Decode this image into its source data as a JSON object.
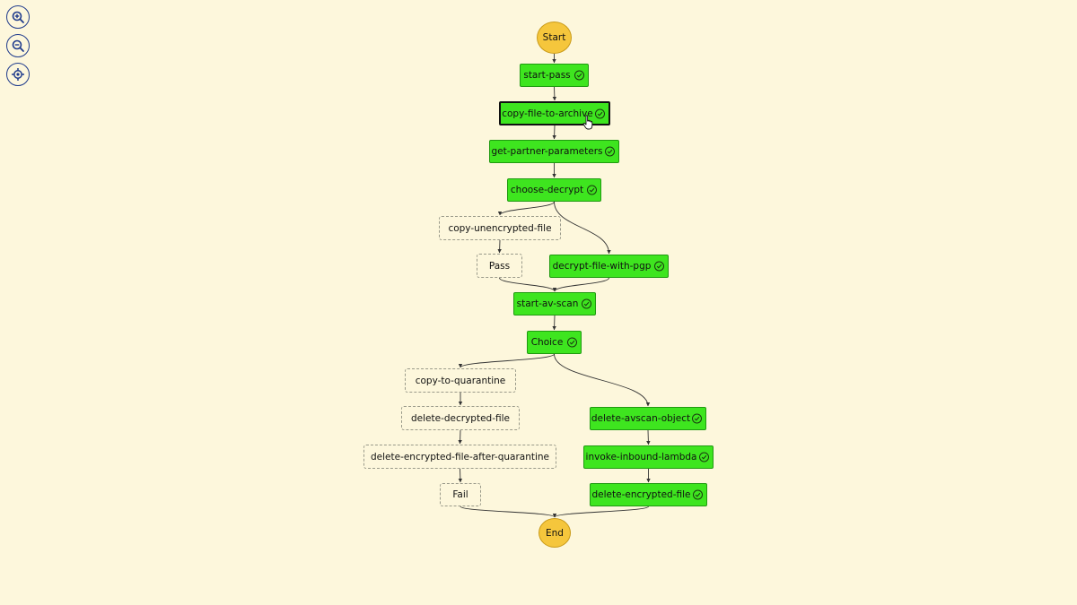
{
  "toolbar": {
    "zoom_in_icon": "zoom-in-icon",
    "zoom_out_icon": "zoom-out-icon",
    "center_icon": "crosshair-icon"
  },
  "colors": {
    "background": "#fdf7dc",
    "succeeded": "#3ee51f",
    "terminal": "#f5c63c",
    "pending_border": "#9a9a8a",
    "edge": "#333333",
    "controls": "#1f3b8c"
  },
  "nodes": {
    "start": {
      "label": "Start",
      "state": "terminal"
    },
    "start_pass": {
      "label": "start-pass",
      "state": "succeeded"
    },
    "copy_file_to_archive": {
      "label": "copy-file-to-archive",
      "state": "succeeded",
      "selected": true
    },
    "get_partner_parameters": {
      "label": "get-partner-parameters",
      "state": "succeeded"
    },
    "choose_decrypt": {
      "label": "choose-decrypt",
      "state": "succeeded"
    },
    "copy_unencrypted_file": {
      "label": "copy-unencrypted-file",
      "state": "not-run"
    },
    "pass": {
      "label": "Pass",
      "state": "not-run"
    },
    "decrypt_file_with_pgp": {
      "label": "decrypt-file-with-pgp",
      "state": "succeeded"
    },
    "start_av_scan": {
      "label": "start-av-scan",
      "state": "succeeded"
    },
    "choice": {
      "label": "Choice",
      "state": "succeeded"
    },
    "copy_to_quarantine": {
      "label": "copy-to-quarantine",
      "state": "not-run"
    },
    "delete_decrypted_file": {
      "label": "delete-decrypted-file",
      "state": "not-run"
    },
    "delete_encrypted_file_after_quarantine": {
      "label": "delete-encrypted-file-after-quarantine",
      "state": "not-run"
    },
    "fail": {
      "label": "Fail",
      "state": "not-run"
    },
    "delete_avscan_object": {
      "label": "delete-avscan-object",
      "state": "succeeded"
    },
    "invoke_inbound_lambda": {
      "label": "invoke-inbound-lambda",
      "state": "succeeded"
    },
    "delete_encrypted_file": {
      "label": "delete-encrypted-file",
      "state": "succeeded"
    },
    "end": {
      "label": "End",
      "state": "terminal"
    }
  },
  "edges": [
    [
      "start",
      "start_pass"
    ],
    [
      "start_pass",
      "copy_file_to_archive"
    ],
    [
      "copy_file_to_archive",
      "get_partner_parameters"
    ],
    [
      "get_partner_parameters",
      "choose_decrypt"
    ],
    [
      "choose_decrypt",
      "copy_unencrypted_file"
    ],
    [
      "choose_decrypt",
      "decrypt_file_with_pgp"
    ],
    [
      "copy_unencrypted_file",
      "pass"
    ],
    [
      "pass",
      "start_av_scan"
    ],
    [
      "decrypt_file_with_pgp",
      "start_av_scan"
    ],
    [
      "start_av_scan",
      "choice"
    ],
    [
      "choice",
      "copy_to_quarantine"
    ],
    [
      "choice",
      "delete_avscan_object"
    ],
    [
      "copy_to_quarantine",
      "delete_decrypted_file"
    ],
    [
      "delete_decrypted_file",
      "delete_encrypted_file_after_quarantine"
    ],
    [
      "delete_encrypted_file_after_quarantine",
      "fail"
    ],
    [
      "fail",
      "end"
    ],
    [
      "delete_avscan_object",
      "invoke_inbound_lambda"
    ],
    [
      "invoke_inbound_lambda",
      "delete_encrypted_file"
    ],
    [
      "delete_encrypted_file",
      "end"
    ]
  ]
}
